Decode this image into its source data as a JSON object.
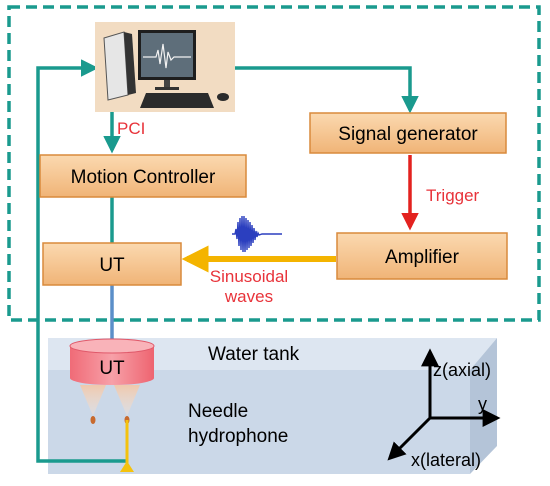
{
  "boxes": {
    "signal_generator": "Signal generator",
    "motion_controller": "Motion Controller",
    "ut_box": "UT",
    "amplifier": "Amplifier",
    "ut_transducer": "UT"
  },
  "labels": {
    "pci": "PCI",
    "trigger": "Trigger",
    "sinusoidal_line1": "Sinusoidal",
    "sinusoidal_line2": "waves",
    "water_tank": "Water tank",
    "needle_line1": "Needle",
    "needle_line2": "hydrophone"
  },
  "axes": {
    "z": "z(axial)",
    "y": "y",
    "x": "x(lateral)"
  },
  "colors": {
    "teal": "#1a9a8e",
    "box_fill": "#f5c48e",
    "box_stroke": "#d98a3c",
    "red_arrow": "#e3221f",
    "yellow_arrow": "#f4b400",
    "label_red": "#e8333a",
    "tank_front": "#c9d7e8",
    "tank_top": "#dde6f1",
    "tank_side": "#b4c4d8"
  },
  "icons": {
    "computer": "desktop-computer-icon",
    "waveform": "waveform-icon"
  }
}
